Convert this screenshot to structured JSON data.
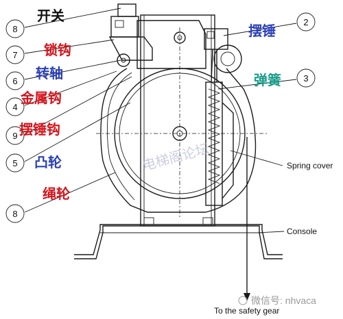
{
  "colors": {
    "red": "#d4141c",
    "blue": "#2a3fb8",
    "green": "#1a9c8c",
    "black": "#111111"
  },
  "labels": {
    "switch": "开关",
    "lock_hook": "锁钩",
    "shaft": "转轴",
    "metal_hook": "金属钩",
    "pendulum_hook": "摆锤钩",
    "cam": "凸轮",
    "rope_wheel": "绳轮",
    "pendulum": "摆锤",
    "spring": "弹簧"
  },
  "callouts": {
    "c8a": "8",
    "c7": "7",
    "c6": "6",
    "c4": "4",
    "c9": "9",
    "c5": "5",
    "c8b": "8",
    "c2": "2",
    "c3": "3"
  },
  "english": {
    "spring_cover": "Spring cover",
    "console": "Console",
    "safety_gear": "To the safety gear"
  },
  "watermark": {
    "site": "电梯阁论坛",
    "wechat": "微信号: nhvaca"
  }
}
